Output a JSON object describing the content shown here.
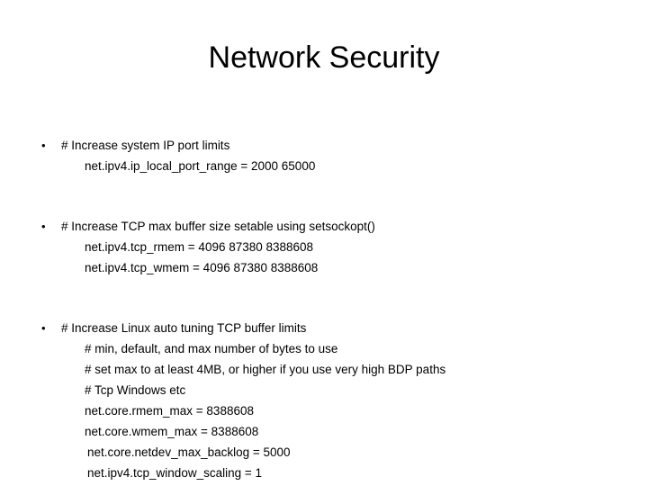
{
  "slide": {
    "title": "Network Security",
    "bullet_marker": "•",
    "background_color": "#ffffff",
    "text_color": "#000000",
    "groups": [
      {
        "id": "group-ip-port-limits",
        "head": "# Increase system IP port limits",
        "lines": [
          {
            "text": "net.ipv4.ip_local_port_range = 2000 65000",
            "extra_indent": false
          }
        ]
      },
      {
        "id": "group-tcp-max-buffer",
        "head": "# Increase TCP max buffer size setable using setsockopt()",
        "lines": [
          {
            "text": "net.ipv4.tcp_rmem = 4096 87380 8388608",
            "extra_indent": false
          },
          {
            "text": "net.ipv4.tcp_wmem = 4096 87380 8388608",
            "extra_indent": false
          }
        ]
      },
      {
        "id": "group-linux-auto-tuning",
        "head": "# Increase Linux auto tuning TCP buffer limits",
        "lines": [
          {
            "text": "# min, default, and max number of bytes to use",
            "extra_indent": false
          },
          {
            "text": "# set max to at least 4MB, or higher if you use very high BDP paths",
            "extra_indent": false
          },
          {
            "text": "# Tcp Windows etc",
            "extra_indent": false
          },
          {
            "text": "net.core.rmem_max = 8388608",
            "extra_indent": false
          },
          {
            "text": "net.core.wmem_max = 8388608",
            "extra_indent": false
          },
          {
            "text": "net.core.netdev_max_backlog = 5000",
            "extra_indent": true
          },
          {
            "text": "net.ipv4.tcp_window_scaling = 1",
            "extra_indent": true
          }
        ]
      }
    ]
  }
}
